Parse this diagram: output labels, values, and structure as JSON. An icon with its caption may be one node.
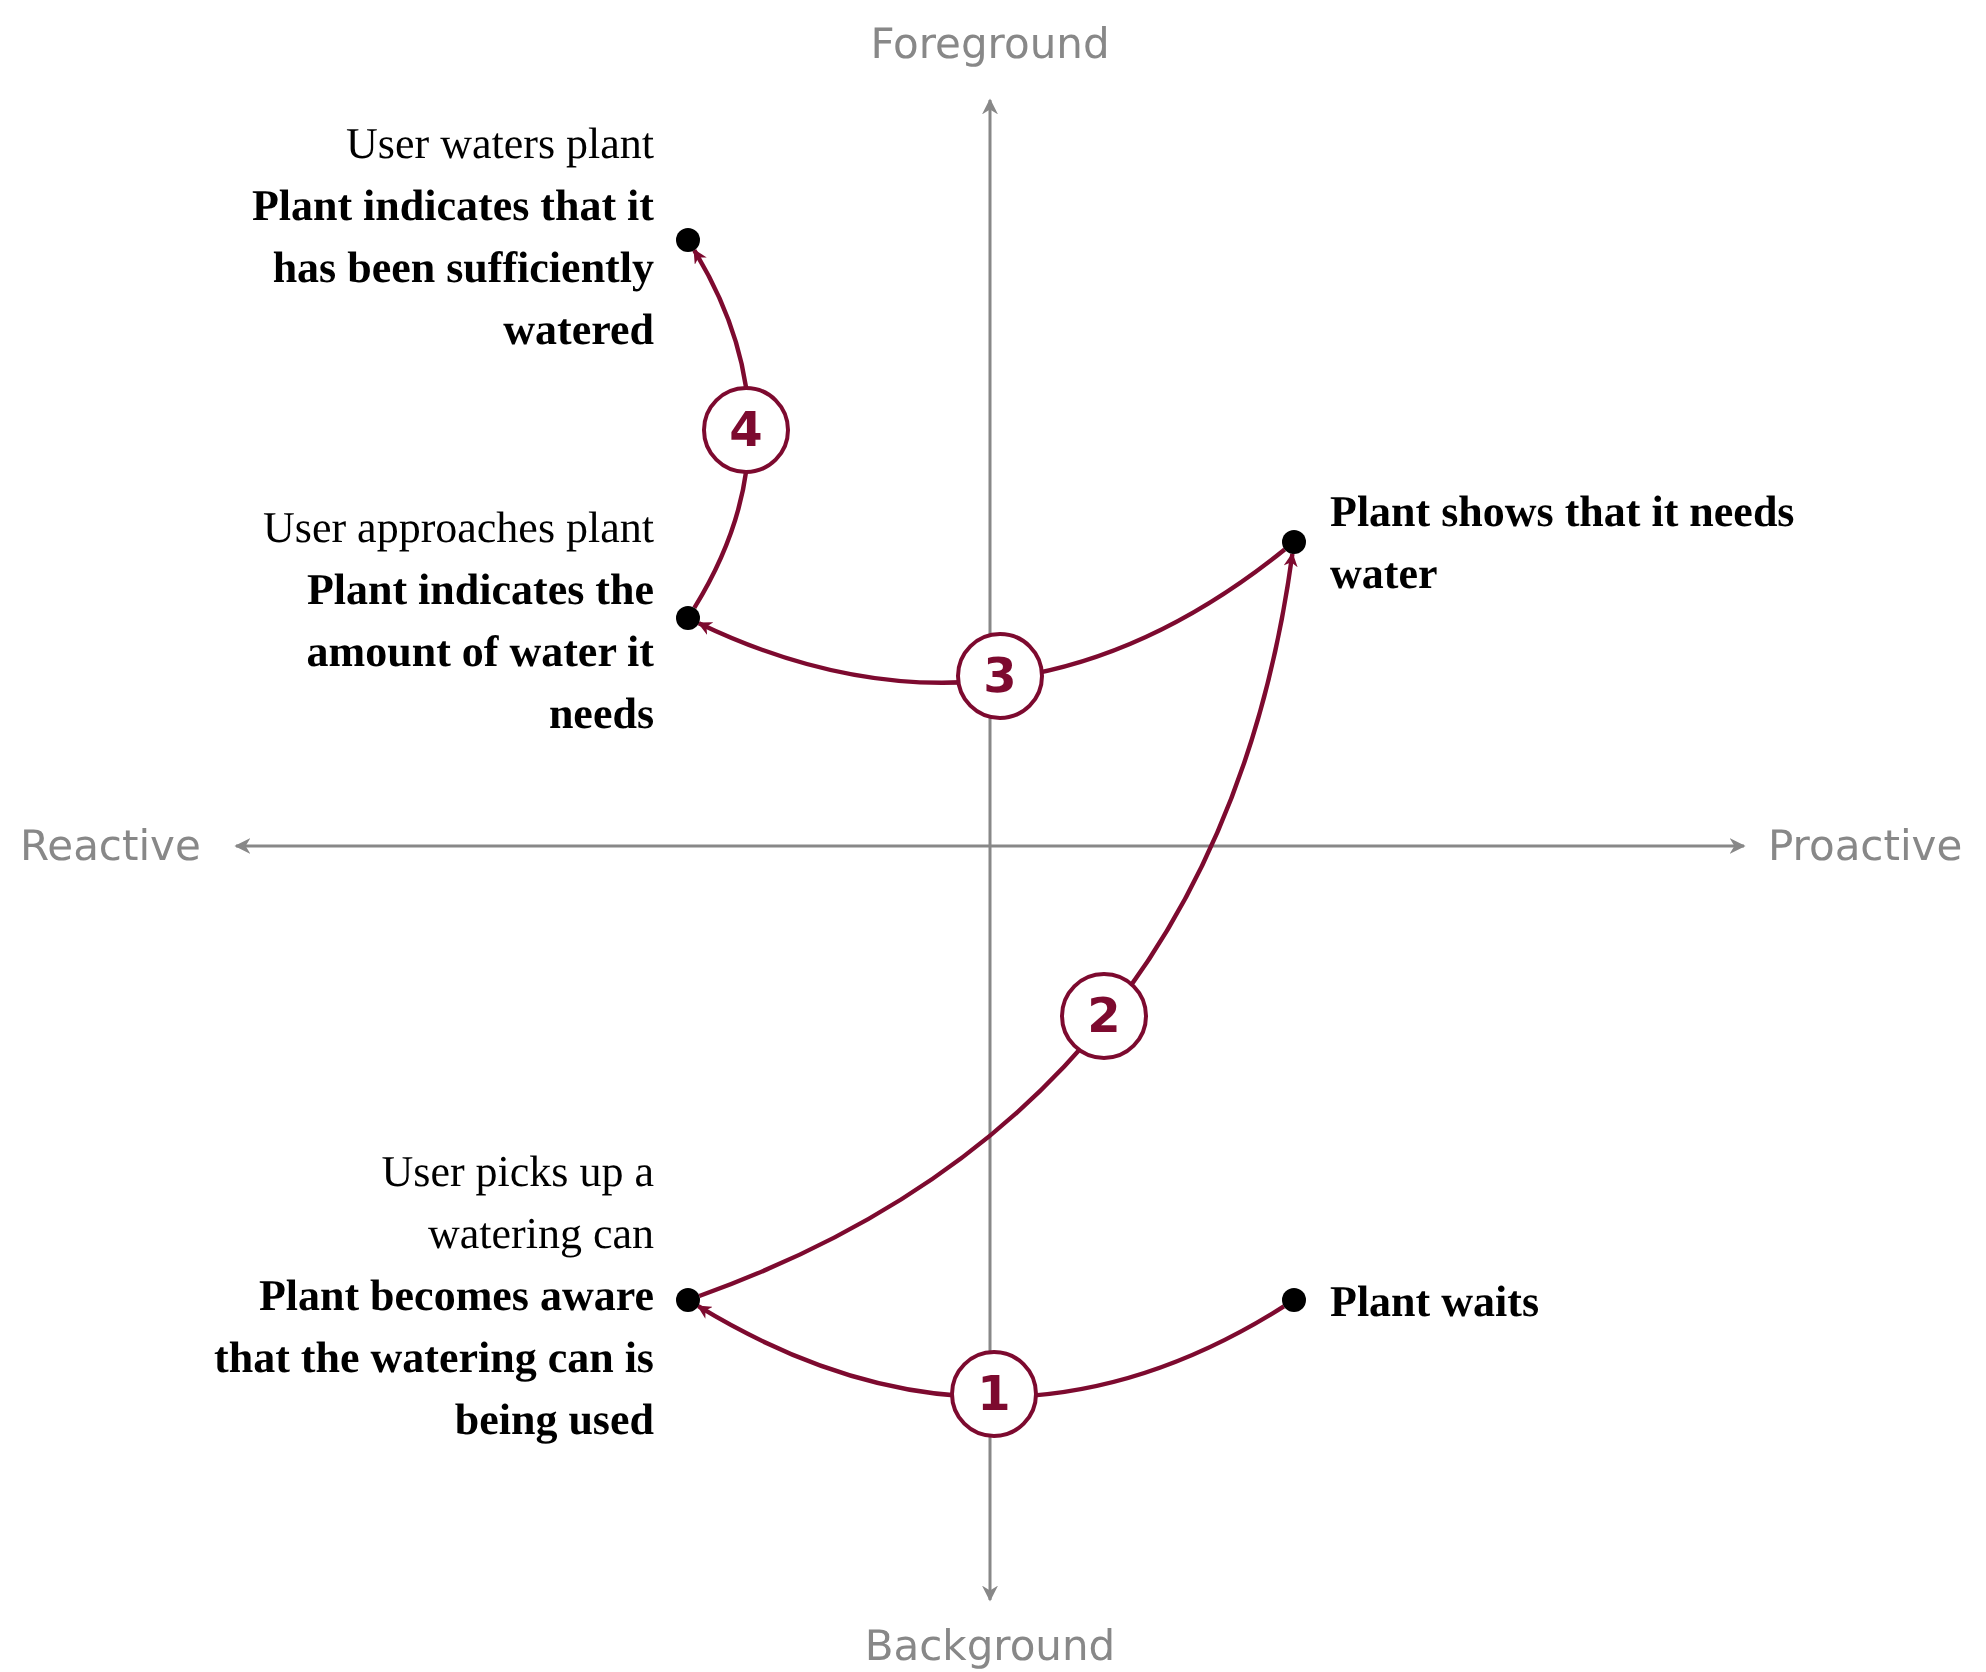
{
  "diagram": {
    "nodes": [
      {
        "text": [],
        "shape": "circle",
        "beside": [
          "Plant waits"
        ]
      },
      {
        "text": [],
        "shape": "circle",
        "beside": [
          "User picks up a watering can",
          "Plant becomes aware that the watering can is being used"
        ]
      },
      {
        "text": [],
        "shape": "circle",
        "beside": [
          "Plant shows that it needs water"
        ]
      },
      {
        "text": [],
        "shape": "circle",
        "beside": [
          "User approaches plant",
          "Plant indicates the amount of water it needs"
        ]
      },
      {
        "text": [],
        "shape": "circle",
        "beside": [
          "User waters plant",
          "Plant indicates that it has been sufficiently watered"
        ]
      }
    ],
    "edges": [
      {
        "from": 0,
        "to": 1,
        "arrow": "to",
        "label": "1"
      },
      {
        "from": 1,
        "to": 2,
        "arrow": "to",
        "label": "2"
      },
      {
        "from": 2,
        "to": 3,
        "arrow": "to",
        "label": "3"
      },
      {
        "from": 3,
        "to": 4,
        "arrow": "to",
        "label": "4"
      }
    ],
    "labels": [
      "Foreground",
      "Reactive",
      "Proactive",
      "Background"
    ]
  }
}
